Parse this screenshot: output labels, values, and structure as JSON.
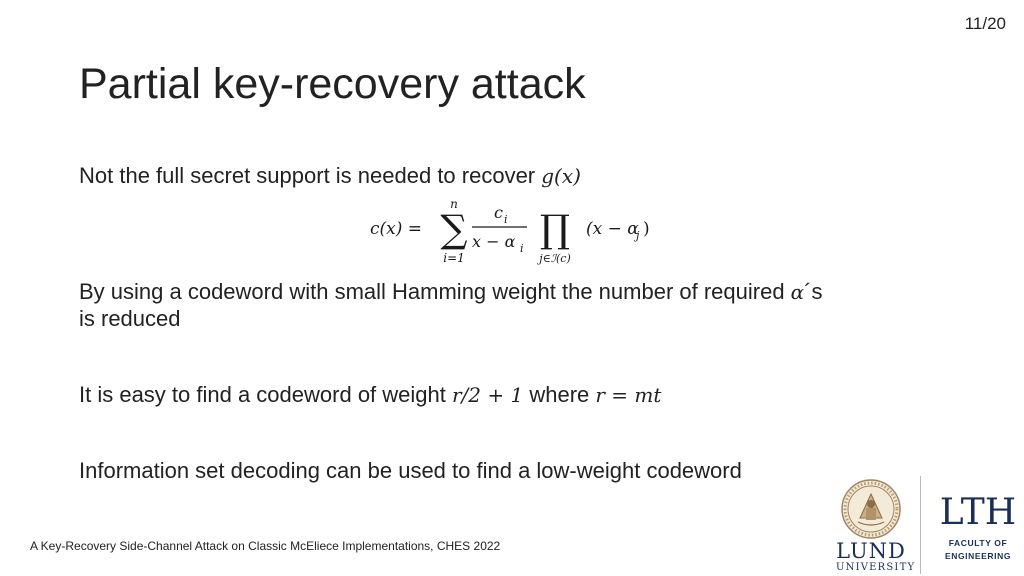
{
  "slide": {
    "page_number": "11/20",
    "title": "Partial key-recovery attack",
    "line1": {
      "text": "Not the full secret support is needed to recover ",
      "math": "g(x)"
    },
    "formula": {
      "lhs": "c(x) =",
      "sum_top": "n",
      "sum_bottom": "i=1",
      "numerator": "c",
      "numerator_sub": "i",
      "denominator": "x − α",
      "denominator_sub": "i",
      "prod_bottom": "j∈ℐ(c)",
      "rhs": "(x − α",
      "rhs_sub": "j",
      "rhs_close": ")"
    },
    "line2": {
      "text": "By using a codeword with small Hamming weight the number of required ",
      "math": "α",
      "suffix": "´s"
    },
    "line2b": "is reduced",
    "line3": {
      "text": "It is easy to find a codeword of weight ",
      "math": "r/2 + 1",
      "mid": " where ",
      "math2": "r = mt"
    },
    "line4": "Information set decoding can be used to find a low-weight codeword",
    "footer": "A Key-Recovery Side-Channel Attack on Classic McEliece Implementations, CHES 2022"
  },
  "logos": {
    "lund_main": "LUND",
    "lund_sub": "UNIVERSITY",
    "lth_main": "LTH",
    "lth_sub1": "FACULTY OF",
    "lth_sub2": "ENGINEERING"
  },
  "colors": {
    "brand": "#1a2e5a"
  }
}
